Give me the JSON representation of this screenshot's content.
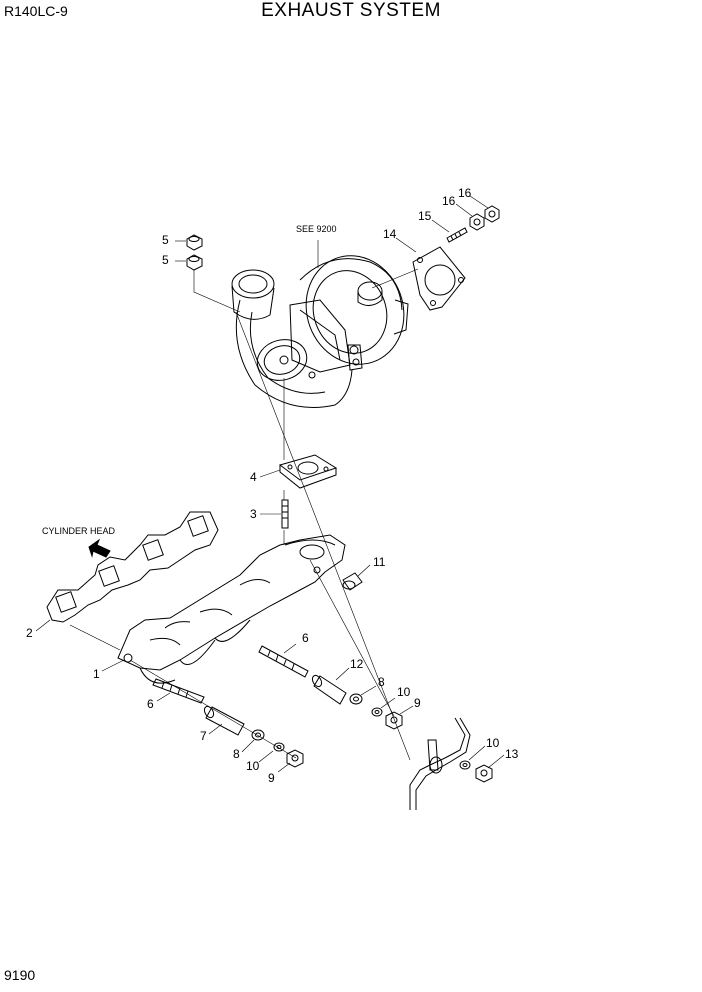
{
  "header": {
    "model": "R140LC-9",
    "title": "EXHAUST SYSTEM"
  },
  "footer": {
    "page_number": "9190"
  },
  "notes": {
    "see_reference": "SEE 9200",
    "cylinder_head": "CYLINDER HEAD"
  },
  "callouts": [
    "5",
    "5",
    "16",
    "16",
    "15",
    "14",
    "4",
    "3",
    "11",
    "2",
    "1",
    "6",
    "6",
    "12",
    "8",
    "10",
    "9",
    "7",
    "8",
    "10",
    "9",
    "10",
    "13"
  ]
}
